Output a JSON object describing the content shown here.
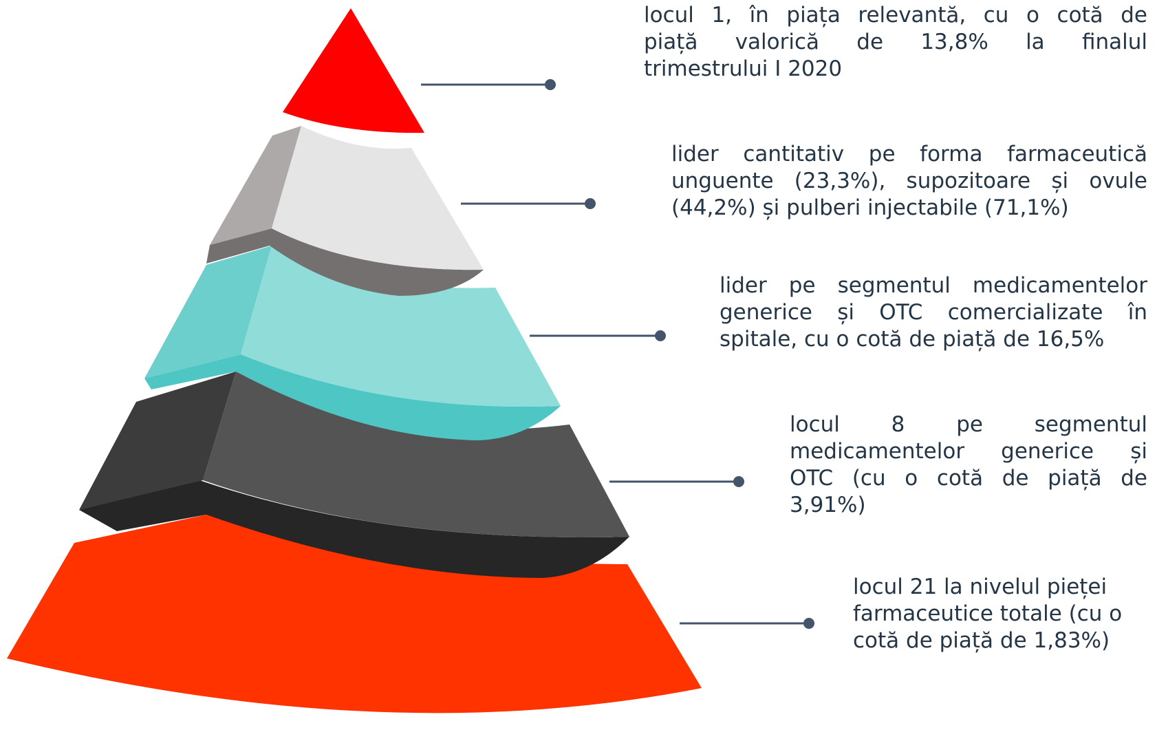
{
  "colors": {
    "tier1_front": "#ff0000",
    "tier1_side": "#ff0000",
    "tier2_front": "#e5e5e5",
    "tier2_side": "#ada9a8",
    "tier2_under": "#747070",
    "tier3_front": "#8fdcd9",
    "tier3_side": "#6dcfcc",
    "tier3_under": "#4ec6c3",
    "tier4_front": "#555455",
    "tier4_side": "#3d3c3d",
    "tier4_under": "#262626",
    "tier5_front": "#ff3300",
    "connector": "#44546a",
    "text": "#243545"
  },
  "callouts": [
    {
      "lines": [
        "locul 1, în piața relevantă, cu o cotă de",
        "piață valorică de 13,8% la finalul",
        "trimestrului I 2020"
      ]
    },
    {
      "lines": [
        "lider cantitativ pe forma farmaceutică",
        "unguente (23,3%), supozitoare și ovule",
        "(44,2%) și pulberi injectabile (71,1%)"
      ]
    },
    {
      "lines": [
        "lider pe segmentul medicamentelor",
        "generice și OTC comercializate în",
        "spitale, cu o cotă de piață de 16,5%"
      ]
    },
    {
      "lines": [
        "locul 8 pe segmentul",
        "medicamentelor generice și",
        "OTC (cu o cotă de piață de",
        "3,91%)"
      ]
    },
    {
      "lines": [
        "locul 21 la nivelul pieței",
        "farmaceutice totale (cu o",
        "cotă de piață de 1,83%)"
      ]
    }
  ]
}
